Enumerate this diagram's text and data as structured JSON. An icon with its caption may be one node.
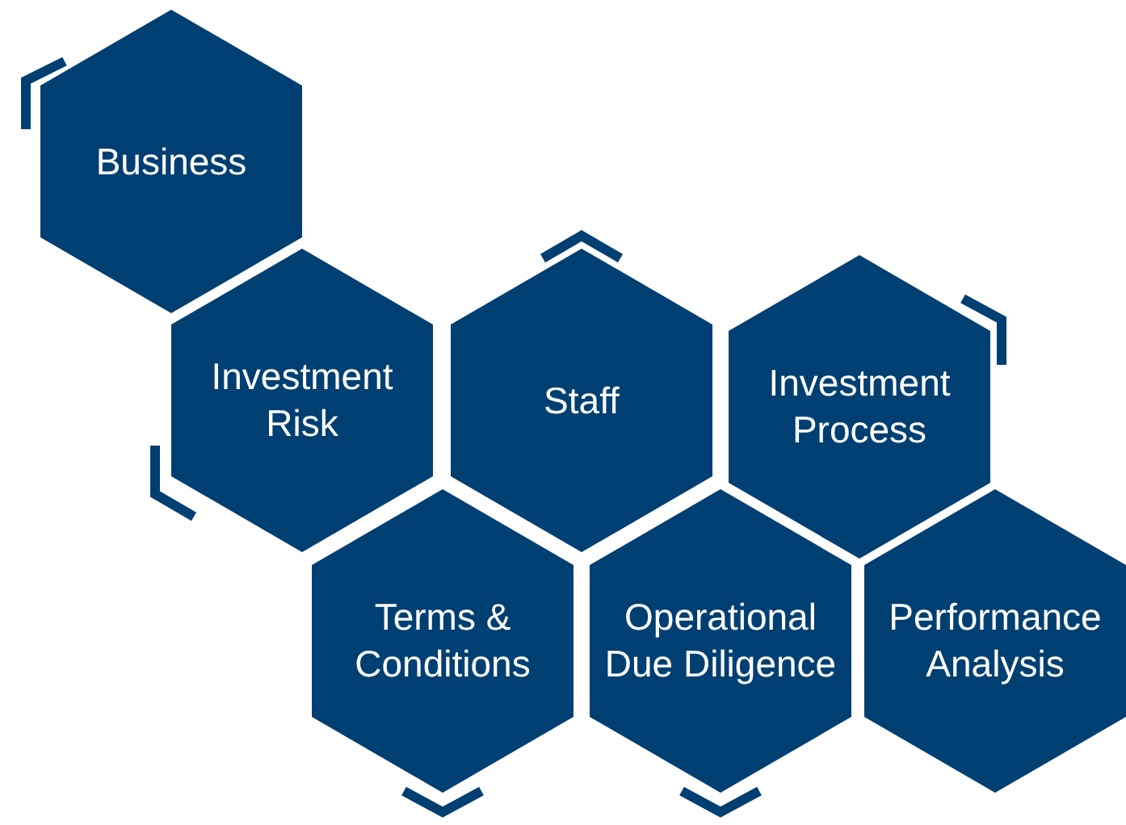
{
  "diagram": {
    "nodes": [
      {
        "text": [
          "Business"
        ]
      },
      {
        "text": [
          "Investment Risk"
        ]
      },
      {
        "text": [
          "Staff"
        ]
      },
      {
        "text": [
          "Investment Process"
        ]
      },
      {
        "text": [
          "Terms & Conditions"
        ]
      },
      {
        "text": [
          "Operational Due Diligence"
        ]
      },
      {
        "text": [
          "Performance Analysis"
        ]
      }
    ]
  }
}
